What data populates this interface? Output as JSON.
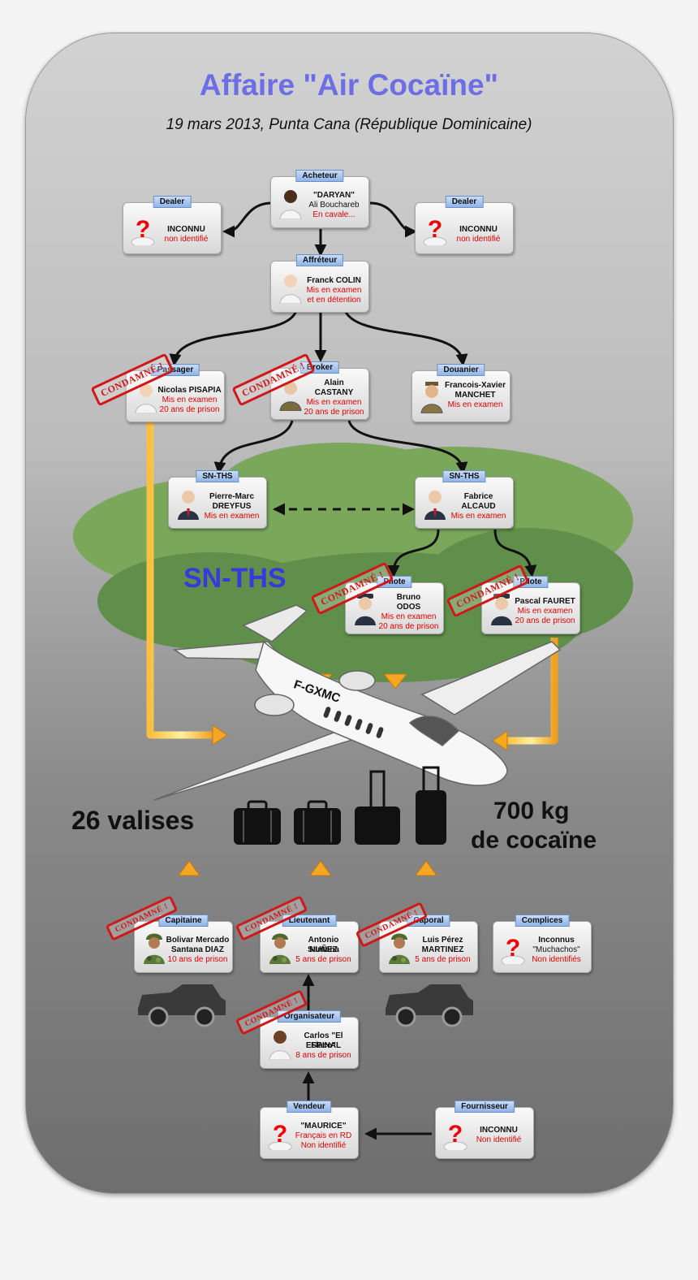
{
  "title": "Affaire \"Air Cocaïne\"",
  "subtitle": "19 mars 2013, Punta Cana (République Dominicaine)",
  "cloud_label": "SN-THS",
  "aircraft_registration": "F-GXMC",
  "valises": "26 valises",
  "cocaine_amount": "700 kg",
  "cocaine_label": "de cocaïne",
  "stamp_text": "CONDAMNÉ !",
  "cards": {
    "dealer_left": {
      "role": "Dealer",
      "name": "INCONNU",
      "status": "non identifié"
    },
    "acheteur": {
      "role": "Acheteur",
      "name": "\"DARYAN\"",
      "sub": "Ali Bouchareb",
      "status": "En cavale..."
    },
    "dealer_right": {
      "role": "Dealer",
      "name": "INCONNU",
      "status": "non identifié"
    },
    "affreteur": {
      "role": "Affréteur",
      "name": "Franck COLIN",
      "status1": "Mis en examen",
      "status2": "et en détention"
    },
    "passager": {
      "role": "Passager",
      "name": "Nicolas PISAPIA",
      "status1": "Mis en examen",
      "status2": "20 ans de prison"
    },
    "broker": {
      "role": "Broker",
      "name1": "Alain",
      "name2": "CASTANY",
      "status1": "Mis en examen",
      "status2": "20 ans de prison"
    },
    "douanier": {
      "role": "Douanier",
      "name1": "Francois-Xavier",
      "name2": "MANCHET",
      "status1": "Mis en examen"
    },
    "snths_left": {
      "role": "SN-THS",
      "name1": "Pierre-Marc",
      "name2": "DREYFUS",
      "status1": "Mis en examen"
    },
    "snths_right": {
      "role": "SN-THS",
      "name1": "Fabrice",
      "name2": "ALCAUD",
      "status1": "Mis en examen"
    },
    "pilote_left": {
      "role": "Pilote",
      "name1": "Bruno",
      "name2": "ODOS",
      "status1": "Mis en examen",
      "status2": "20 ans de prison"
    },
    "pilote_right": {
      "role": "Pilote",
      "name1": "Pascal FAURET",
      "status1": "Mis en examen",
      "status2": "20 ans de prison"
    },
    "capitaine": {
      "role": "Capitaine",
      "name1": "Bolivar Mercado",
      "name2": "Santana DIAZ",
      "status1": "10 ans de prison"
    },
    "lieutenant": {
      "role": "Lieutenant",
      "name1": "Antonio Santana",
      "name2": "NUÑEZ",
      "status1": "5 ans de prison"
    },
    "caporal": {
      "role": "Caporal",
      "name1": "Luis Pérez",
      "name2": "MARTINEZ",
      "status1": "5 ans de prison"
    },
    "complices": {
      "role": "Complices",
      "name1": "Inconnus",
      "sub": "\"Muchachos\"",
      "status1": "Non identifiés"
    },
    "organisateur": {
      "role": "Organisateur",
      "name1": "Carlos \"El Flaco\"",
      "name2": "ESPINAL",
      "status1": "8 ans de prison"
    },
    "vendeur": {
      "role": "Vendeur",
      "name1": "\"MAURICE\"",
      "status1": "Français en RD",
      "status2": "Non identifié"
    },
    "fournisseur": {
      "role": "Fournisseur",
      "name1": "INCONNU",
      "status1": "Non identifié"
    }
  },
  "colors": {
    "title": "#6d6ee6",
    "status": "#e00000",
    "cloud": "#3838e0",
    "stamp": "#d01818",
    "flow_arrow": "#f5a623"
  }
}
